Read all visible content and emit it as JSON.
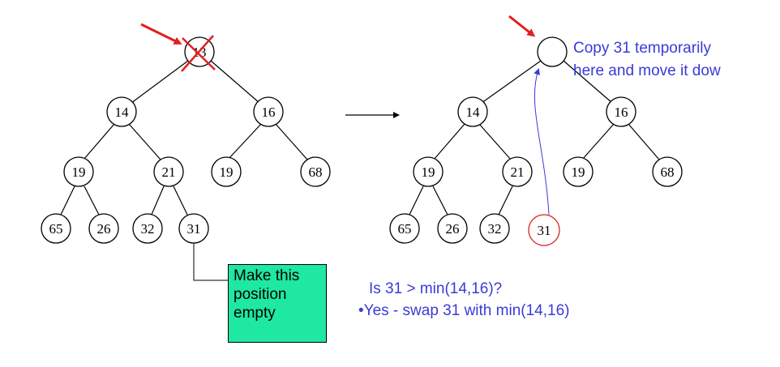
{
  "left_tree": {
    "root": "13",
    "nodes": [
      "14",
      "16",
      "19",
      "21",
      "19",
      "68",
      "65",
      "26",
      "32",
      "31"
    ]
  },
  "right_tree": {
    "root": "",
    "nodes": [
      "14",
      "16",
      "19",
      "21",
      "19",
      "68",
      "65",
      "26",
      "32"
    ],
    "moved_node": "31"
  },
  "callout": {
    "line1": "Make this",
    "line2": "position",
    "line3": "empty"
  },
  "note_top": {
    "line1": "Copy 31 temporarily",
    "line2": "here and move it dow"
  },
  "note_bottom": {
    "line1": "Is 31 > min(14,16)?",
    "line2": "•Yes - swap 31 with min(14,16)"
  },
  "colors": {
    "arrow": "#e02020",
    "annotation_text": "#3a3ad8",
    "callout_fill": "#1ee8a2"
  }
}
